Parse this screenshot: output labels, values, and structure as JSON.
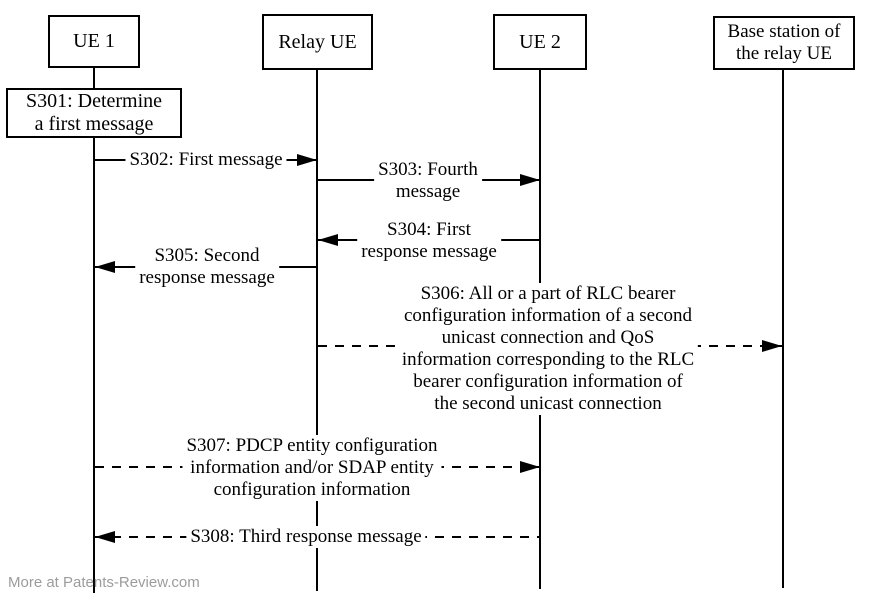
{
  "diagram": {
    "title": "Sidelink relay signalling sequence (patent figure)",
    "actors": {
      "ue1": "UE 1",
      "relay_ue": "Relay UE",
      "ue2": "UE 2",
      "base_station": "Base station of\nthe relay UE"
    },
    "process": {
      "s301": "S301: Determine\na first message"
    },
    "messages": {
      "s302": {
        "label": "S302: First message",
        "from": "UE 1",
        "to": "Relay UE",
        "line": "solid"
      },
      "s303": {
        "label": "S303: Fourth\nmessage",
        "from": "Relay UE",
        "to": "UE 2",
        "line": "solid"
      },
      "s304": {
        "label": "S304: First\nresponse message",
        "from": "UE 2",
        "to": "Relay UE",
        "line": "solid"
      },
      "s305": {
        "label": "S305: Second\nresponse message",
        "from": "Relay UE",
        "to": "UE 1",
        "line": "solid"
      },
      "s306": {
        "label": "S306: All or a part of RLC bearer\nconfiguration information of a second\nunicast connection and QoS\ninformation corresponding to the RLC\nbearer configuration information of\nthe second unicast connection",
        "from": "Relay UE",
        "to": "Base station of the relay UE",
        "line": "dashed"
      },
      "s307": {
        "label": "S307: PDCP entity configuration\ninformation and/or SDAP entity\nconfiguration information",
        "from": "UE 1",
        "to": "UE 2",
        "line": "dashed"
      },
      "s308": {
        "label": "S308: Third response message",
        "from": "UE 2",
        "to": "UE 1",
        "line": "dashed"
      }
    },
    "colors": {
      "line": "#000000",
      "background": "#ffffff",
      "watermark": "#9c9c9c"
    },
    "watermark": "More at Patents-Review.com"
  }
}
